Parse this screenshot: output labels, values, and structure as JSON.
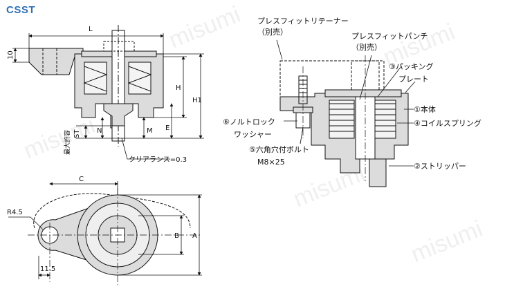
{
  "title": "CSST",
  "watermark": "misumi",
  "colors": {
    "title": "#2f6fb5",
    "body_fill": "#dcdcdc",
    "spring_fill": "#f2f2f2",
    "line": "#111111"
  },
  "section_dims": {
    "L": "L",
    "ten": "10",
    "H": "H",
    "H1": "H1",
    "E": "E",
    "M": "M",
    "N": "N",
    "max_st": "最大許容",
    "st": "ST",
    "clearance": "クリアランス=0.3"
  },
  "plan_dims": {
    "C": "C",
    "R": "R4.5",
    "B": "B",
    "A": "A",
    "d": "11.5"
  },
  "labels": {
    "retainer": "プレスフィットリテーナー",
    "retainer_note": "（別売）",
    "punch": "プレスフィットパンチ",
    "punch_note": "（別売）",
    "packing": "③パッキング",
    "plate": "プレート",
    "body": "①本体",
    "spring": "④コイルスプリング",
    "stripper": "②ストリッパー",
    "washer": "⑥ノルトロック",
    "washer2": "ワッシャー",
    "bolt": "⑤六角穴付ボルト",
    "bolt2": "M8×25"
  }
}
